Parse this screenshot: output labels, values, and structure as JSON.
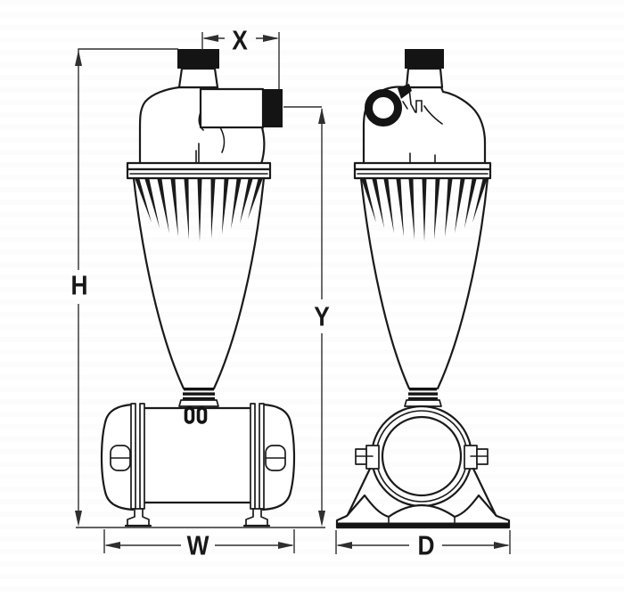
{
  "diagram": {
    "kind": "technical dimension drawing, two orthographic views of a cyclone sand separator",
    "views": {
      "front_view": "cyclone with top outlet cap, side inlet pipe, flanged cone, horizontal collection tank on legs",
      "side_view": "cyclone with top outlet cap, circular inlet ring, flanged cone, tank end-view on saddle base"
    }
  },
  "dimension_labels": {
    "overall_height": "H",
    "outlet_spacing": "X",
    "inlet_height": "Y",
    "tank_width": "W",
    "base_depth": "D"
  },
  "colors": {
    "background": "#ffffff",
    "line": "#1a1a1a",
    "dimension_line": "#2f2f2f",
    "solid_fill": "#141414"
  }
}
